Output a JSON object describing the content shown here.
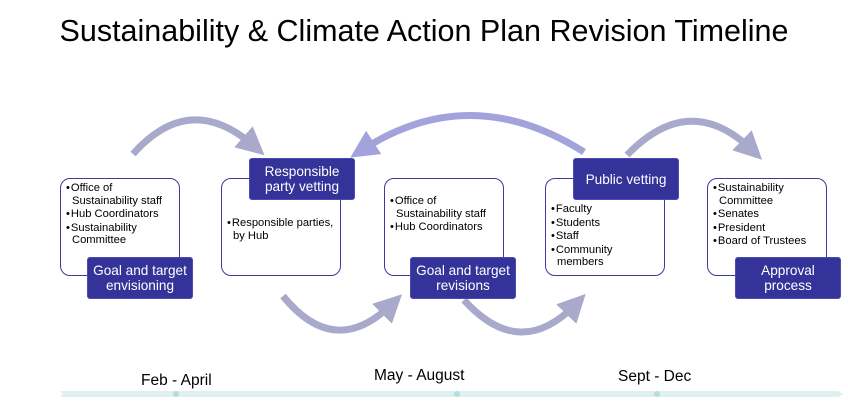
{
  "title": "Sustainability & Climate Action Plan Revision Timeline",
  "colors": {
    "label_bg": "#333399",
    "box_border": "#3a3aa0",
    "arrow": "#a9a9cc",
    "timeline": "#dff0f0"
  },
  "steps": [
    {
      "label": "Goal and target envisioning",
      "items": [
        "Office of Sustainability staff",
        "Hub Coordinators",
        "Sustainability Committee"
      ]
    },
    {
      "label": "Responsible party vetting",
      "items": [
        "Responsible parties, by Hub"
      ]
    },
    {
      "label": "Goal and target revisions",
      "items": [
        "Office of Sustainability staff",
        "Hub Coordinators"
      ]
    },
    {
      "label": "Public vetting",
      "items": [
        "Faculty",
        "Students",
        "Staff",
        "Community members"
      ]
    },
    {
      "label": "Approval process",
      "items": [
        "Sustainability Committee",
        "Senates",
        "President",
        "Board of Trustees"
      ]
    }
  ],
  "timeline": [
    "Feb - April",
    "May - August",
    "Sept - Dec"
  ]
}
